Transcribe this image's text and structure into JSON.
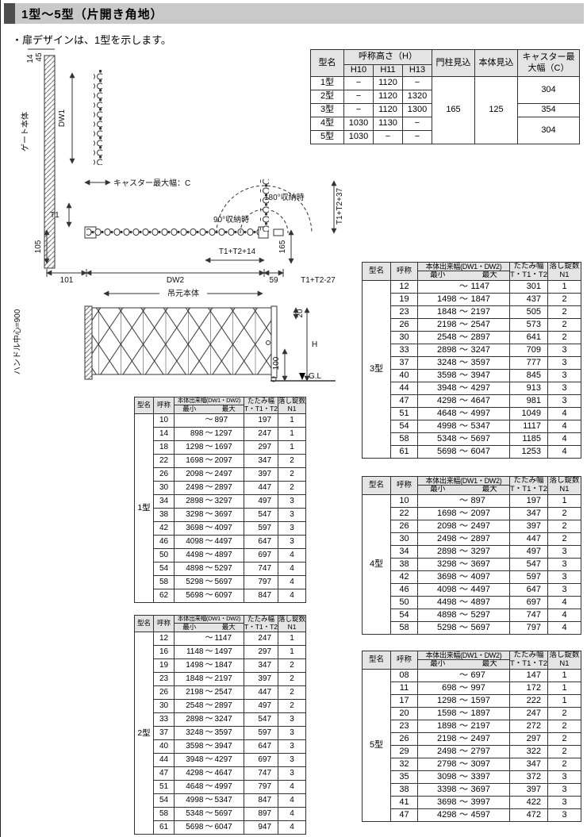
{
  "page": {
    "title": "1型〜5型（片開き角地）",
    "note": "・扉デザインは、1型を示します。"
  },
  "spec_table": {
    "h": {
      "model": "型名",
      "height": "呼称高さ（H）",
      "h10": "H10",
      "h11": "H11",
      "h13": "H13",
      "pillar": "門柱見込",
      "body": "本体見込",
      "caster": "キャスター最大幅（C）"
    },
    "rows": [
      {
        "model": "1型",
        "h10": "−",
        "h11": "1120",
        "h13": "−"
      },
      {
        "model": "2型",
        "h10": "−",
        "h11": "1120",
        "h13": "1320"
      },
      {
        "model": "3型",
        "h10": "−",
        "h11": "1120",
        "h13": "1300"
      },
      {
        "model": "4型",
        "h10": "1030",
        "h11": "1130",
        "h13": "−"
      },
      {
        "model": "5型",
        "h10": "1030",
        "h11": "−",
        "h13": "−"
      }
    ],
    "pillar_value": "165",
    "body_value": "125",
    "caster_values": [
      "304",
      "354",
      "304"
    ]
  },
  "size_headers": {
    "model": "型名",
    "name": "呼称",
    "width": "本体出来幅(DW1・DW2)",
    "min": "最小",
    "max": "最大",
    "fold_line1": "たたみ幅",
    "fold_line2": "T・T1・T2",
    "locks_line1": "落し錠数",
    "locks_line2": "N1"
  },
  "size_tables": [
    {
      "model": "1型",
      "rows": [
        [
          "10",
          "",
          "～",
          "897",
          "197",
          "1"
        ],
        [
          "14",
          "898",
          "～",
          "1297",
          "247",
          "1"
        ],
        [
          "18",
          "1298",
          "～",
          "1697",
          "297",
          "1"
        ],
        [
          "22",
          "1698",
          "～",
          "2097",
          "347",
          "2"
        ],
        [
          "26",
          "2098",
          "～",
          "2497",
          "397",
          "2"
        ],
        [
          "30",
          "2498",
          "～",
          "2897",
          "447",
          "2"
        ],
        [
          "34",
          "2898",
          "～",
          "3297",
          "497",
          "3"
        ],
        [
          "38",
          "3298",
          "～",
          "3697",
          "547",
          "3"
        ],
        [
          "42",
          "3698",
          "～",
          "4097",
          "597",
          "3"
        ],
        [
          "46",
          "4098",
          "～",
          "4497",
          "647",
          "3"
        ],
        [
          "50",
          "4498",
          "～",
          "4897",
          "697",
          "4"
        ],
        [
          "54",
          "4898",
          "～",
          "5297",
          "747",
          "4"
        ],
        [
          "58",
          "5298",
          "～",
          "5697",
          "797",
          "4"
        ],
        [
          "62",
          "5698",
          "～",
          "6097",
          "847",
          "4"
        ]
      ]
    },
    {
      "model": "2型",
      "rows": [
        [
          "12",
          "",
          "～",
          "1147",
          "247",
          "1"
        ],
        [
          "16",
          "1148",
          "～",
          "1497",
          "297",
          "1"
        ],
        [
          "19",
          "1498",
          "～",
          "1847",
          "347",
          "2"
        ],
        [
          "23",
          "1848",
          "～",
          "2197",
          "397",
          "2"
        ],
        [
          "26",
          "2198",
          "～",
          "2547",
          "447",
          "2"
        ],
        [
          "30",
          "2548",
          "～",
          "2897",
          "497",
          "2"
        ],
        [
          "33",
          "2898",
          "～",
          "3247",
          "547",
          "3"
        ],
        [
          "37",
          "3248",
          "～",
          "3597",
          "597",
          "3"
        ],
        [
          "40",
          "3598",
          "～",
          "3947",
          "647",
          "3"
        ],
        [
          "44",
          "3948",
          "～",
          "4297",
          "697",
          "3"
        ],
        [
          "47",
          "4298",
          "～",
          "4647",
          "747",
          "3"
        ],
        [
          "51",
          "4648",
          "～",
          "4997",
          "797",
          "4"
        ],
        [
          "54",
          "4998",
          "～",
          "5347",
          "847",
          "4"
        ],
        [
          "58",
          "5348",
          "～",
          "5697",
          "897",
          "4"
        ],
        [
          "61",
          "5698",
          "～",
          "6047",
          "947",
          "4"
        ]
      ]
    },
    {
      "model": "3型",
      "rows": [
        [
          "12",
          "",
          "～",
          "1147",
          "301",
          "1"
        ],
        [
          "19",
          "1498",
          "～",
          "1847",
          "437",
          "2"
        ],
        [
          "23",
          "1848",
          "～",
          "2197",
          "505",
          "2"
        ],
        [
          "26",
          "2198",
          "～",
          "2547",
          "573",
          "2"
        ],
        [
          "30",
          "2548",
          "～",
          "2897",
          "641",
          "2"
        ],
        [
          "33",
          "2898",
          "～",
          "3247",
          "709",
          "3"
        ],
        [
          "37",
          "3248",
          "～",
          "3597",
          "777",
          "3"
        ],
        [
          "40",
          "3598",
          "～",
          "3947",
          "845",
          "3"
        ],
        [
          "44",
          "3948",
          "～",
          "4297",
          "913",
          "3"
        ],
        [
          "47",
          "4298",
          "～",
          "4647",
          "981",
          "3"
        ],
        [
          "51",
          "4648",
          "～",
          "4997",
          "1049",
          "4"
        ],
        [
          "54",
          "4998",
          "～",
          "5347",
          "1117",
          "4"
        ],
        [
          "58",
          "5348",
          "～",
          "5697",
          "1185",
          "4"
        ],
        [
          "61",
          "5698",
          "～",
          "6047",
          "1253",
          "4"
        ]
      ]
    },
    {
      "model": "4型",
      "rows": [
        [
          "10",
          "",
          "～",
          "897",
          "197",
          "1"
        ],
        [
          "22",
          "1698",
          "～",
          "2097",
          "347",
          "2"
        ],
        [
          "26",
          "2098",
          "～",
          "2497",
          "397",
          "2"
        ],
        [
          "30",
          "2498",
          "～",
          "2897",
          "447",
          "2"
        ],
        [
          "34",
          "2898",
          "～",
          "3297",
          "497",
          "3"
        ],
        [
          "38",
          "3298",
          "～",
          "3697",
          "547",
          "3"
        ],
        [
          "42",
          "3698",
          "～",
          "4097",
          "597",
          "3"
        ],
        [
          "46",
          "4098",
          "～",
          "4497",
          "647",
          "3"
        ],
        [
          "50",
          "4498",
          "～",
          "4897",
          "697",
          "4"
        ],
        [
          "54",
          "4898",
          "～",
          "5297",
          "747",
          "4"
        ],
        [
          "58",
          "5298",
          "～",
          "5697",
          "797",
          "4"
        ]
      ]
    },
    {
      "model": "5型",
      "rows": [
        [
          "08",
          "",
          "～",
          "697",
          "147",
          "1"
        ],
        [
          "11",
          "698",
          "～",
          "997",
          "172",
          "1"
        ],
        [
          "17",
          "1298",
          "～",
          "1597",
          "222",
          "1"
        ],
        [
          "20",
          "1598",
          "～",
          "1897",
          "247",
          "2"
        ],
        [
          "23",
          "1898",
          "～",
          "2197",
          "272",
          "2"
        ],
        [
          "26",
          "2198",
          "～",
          "2497",
          "297",
          "2"
        ],
        [
          "29",
          "2498",
          "～",
          "2797",
          "322",
          "2"
        ],
        [
          "32",
          "2798",
          "～",
          "3097",
          "347",
          "2"
        ],
        [
          "35",
          "3098",
          "～",
          "3397",
          "372",
          "3"
        ],
        [
          "38",
          "3398",
          "～",
          "3697",
          "397",
          "3"
        ],
        [
          "41",
          "3698",
          "～",
          "3997",
          "422",
          "3"
        ],
        [
          "47",
          "4298",
          "～",
          "4597",
          "472",
          "3"
        ]
      ]
    }
  ],
  "diagram": {
    "gate_body": "ゲート本体",
    "dim_14": "14",
    "dim_45": "45",
    "dw1": "DW1",
    "caster_max": "キャスター最大幅：C",
    "t1": "T1",
    "dim_105": "105",
    "dim_101": "101",
    "dw2": "DW2",
    "dim_59": "59",
    "t1t2_14": "T1+T2+14",
    "t1t2_27": "T1+T2-27",
    "t1t2_37": "T1+T2+37",
    "dim_165": "165",
    "store_90": "90°収納時",
    "store_180": "180°収納時",
    "hanging_body": "吊元本体",
    "handle_center": "ハンドル中心=900",
    "h": "H",
    "dim_20": "20",
    "dim_100": "100",
    "gl": "G.L"
  }
}
